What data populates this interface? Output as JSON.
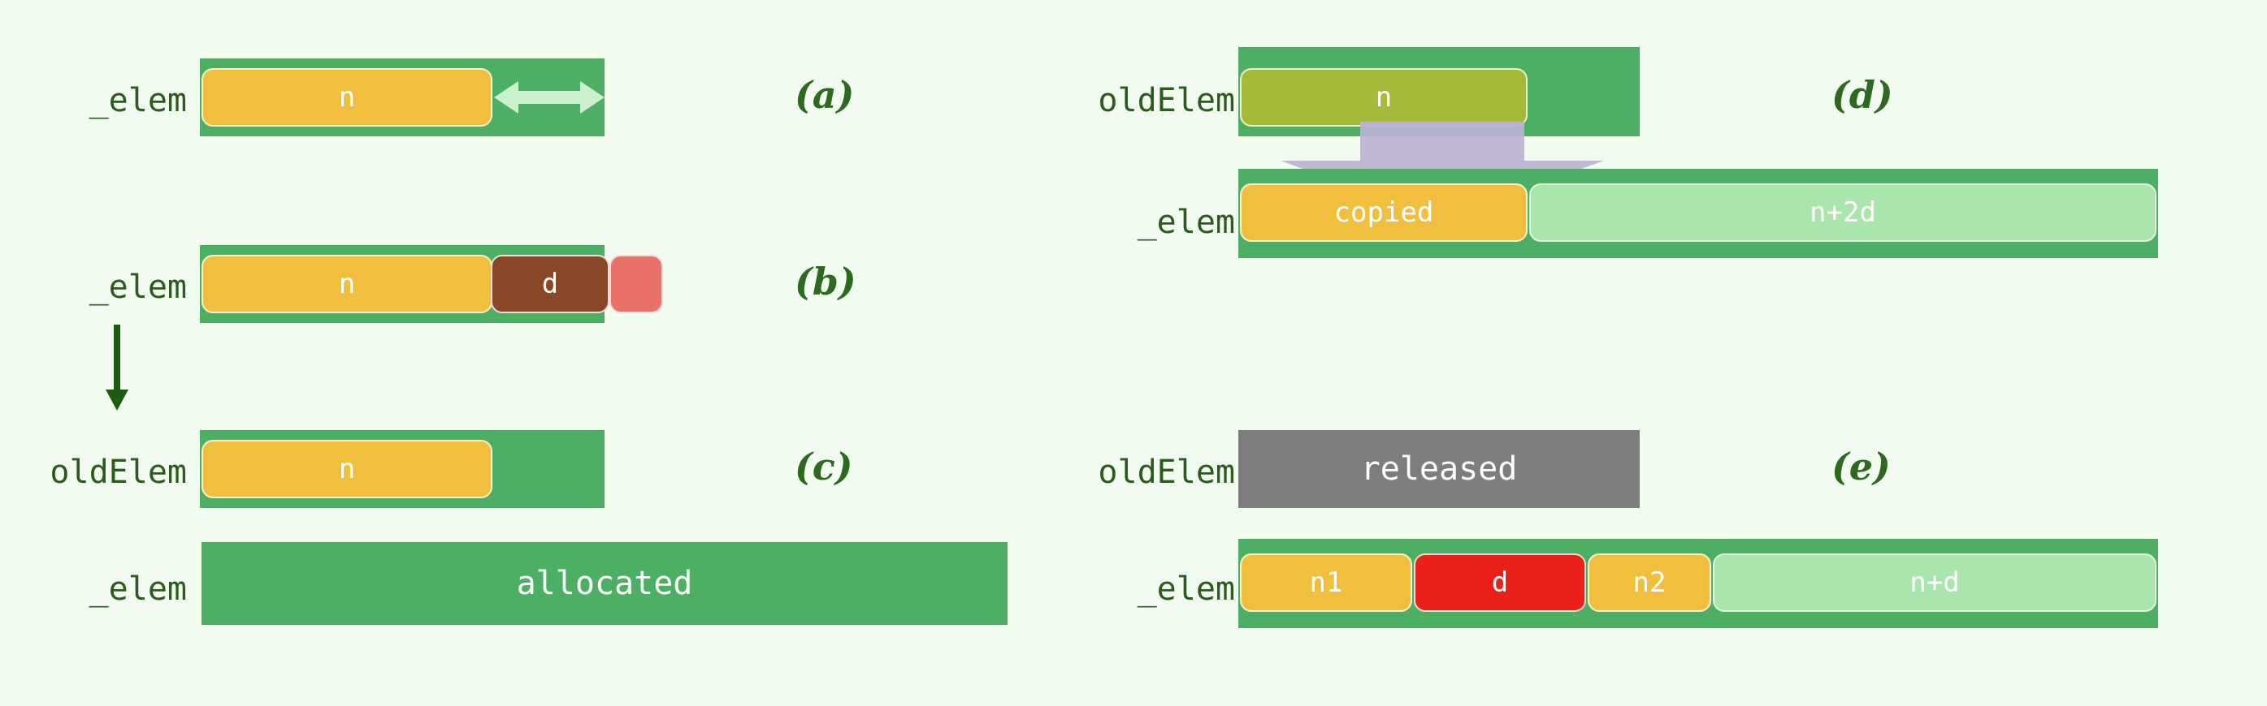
{
  "figure": {
    "title": "Dynamic array reallocation diagram",
    "background_color": "#f1fbf0",
    "capacity_bar_color": "#4caf64",
    "label_color": "#2d5a1e",
    "caption_color": "#2d6a1f"
  },
  "panels": [
    {
      "id": "a",
      "caption": "(a)",
      "rows": [
        {
          "label": "_elem",
          "segments": [
            {
              "text": "n",
              "color": "#f0bf3e",
              "style": "amber"
            },
            {
              "text": "",
              "color": "#4caf64",
              "style": "capacity"
            }
          ],
          "icon": "resize-double-arrow-icon",
          "icon_color": "#ccf0cb"
        }
      ]
    },
    {
      "id": "b",
      "caption": "(b)",
      "rows": [
        {
          "label": "_elem",
          "segments": [
            {
              "text": "n",
              "color": "#f0bf3e",
              "style": "amber"
            },
            {
              "text": "d",
              "color": "#8a4726",
              "style": "brown"
            },
            {
              "text": "",
              "color": "#e8716a",
              "style": "salmon-overflow"
            }
          ]
        }
      ]
    },
    {
      "id": "c",
      "caption": "(c)",
      "rows": [
        {
          "label": "oldElem",
          "segments": [
            {
              "text": "n",
              "color": "#f0bf3e",
              "style": "amber"
            },
            {
              "text": "",
              "color": "#4caf64",
              "style": "capacity"
            }
          ]
        },
        {
          "label": "_elem",
          "segments": [
            {
              "text": "allocated",
              "color": "#4caf64",
              "style": "flat-green"
            }
          ]
        }
      ]
    },
    {
      "id": "d",
      "caption": "(d)",
      "rows": [
        {
          "label": "oldElem",
          "segments": [
            {
              "text": "n",
              "color": "#a4bb3a",
              "style": "olive"
            },
            {
              "text": "",
              "color": "#4caf64",
              "style": "capacity"
            }
          ]
        },
        {
          "label": "_elem",
          "segments": [
            {
              "text": "copied",
              "color": "#f0bf3e",
              "style": "amber"
            },
            {
              "text": "n+2d",
              "color": "#abe5ae",
              "style": "mint"
            }
          ]
        }
      ],
      "icon": "copy-down-arrow-icon",
      "icon_color": "#bdb1d4"
    },
    {
      "id": "e",
      "caption": "(e)",
      "rows": [
        {
          "label": "oldElem",
          "segments": [
            {
              "text": "released",
              "color": "#7d7d7d",
              "style": "flat-grey"
            }
          ]
        },
        {
          "label": "_elem",
          "segments": [
            {
              "text": "n1",
              "color": "#f0bf3e",
              "style": "amber"
            },
            {
              "text": "d",
              "color": "#ea2019",
              "style": "red"
            },
            {
              "text": "n2",
              "color": "#f0bf3e",
              "style": "amber"
            },
            {
              "text": "n+d",
              "color": "#abe5ae",
              "style": "mint"
            }
          ]
        }
      ]
    }
  ],
  "labels": {
    "elem": "_elem",
    "old_elem": "oldElem",
    "n": "n",
    "d": "d",
    "n1": "n1",
    "n2": "n2",
    "allocated": "allocated",
    "released": "released",
    "copied": "copied",
    "n_plus_2d": "n+2d",
    "n_plus_d": "n+d",
    "caption_a": "(a)",
    "caption_b": "(b)",
    "caption_c": "(c)",
    "caption_d": "(d)",
    "caption_e": "(e)"
  },
  "icons": {
    "resize_arrow": "resize-double-arrow-icon",
    "transition_arrow": "transition-down-arrow-icon",
    "copy_arrow": "copy-down-arrow-icon"
  }
}
